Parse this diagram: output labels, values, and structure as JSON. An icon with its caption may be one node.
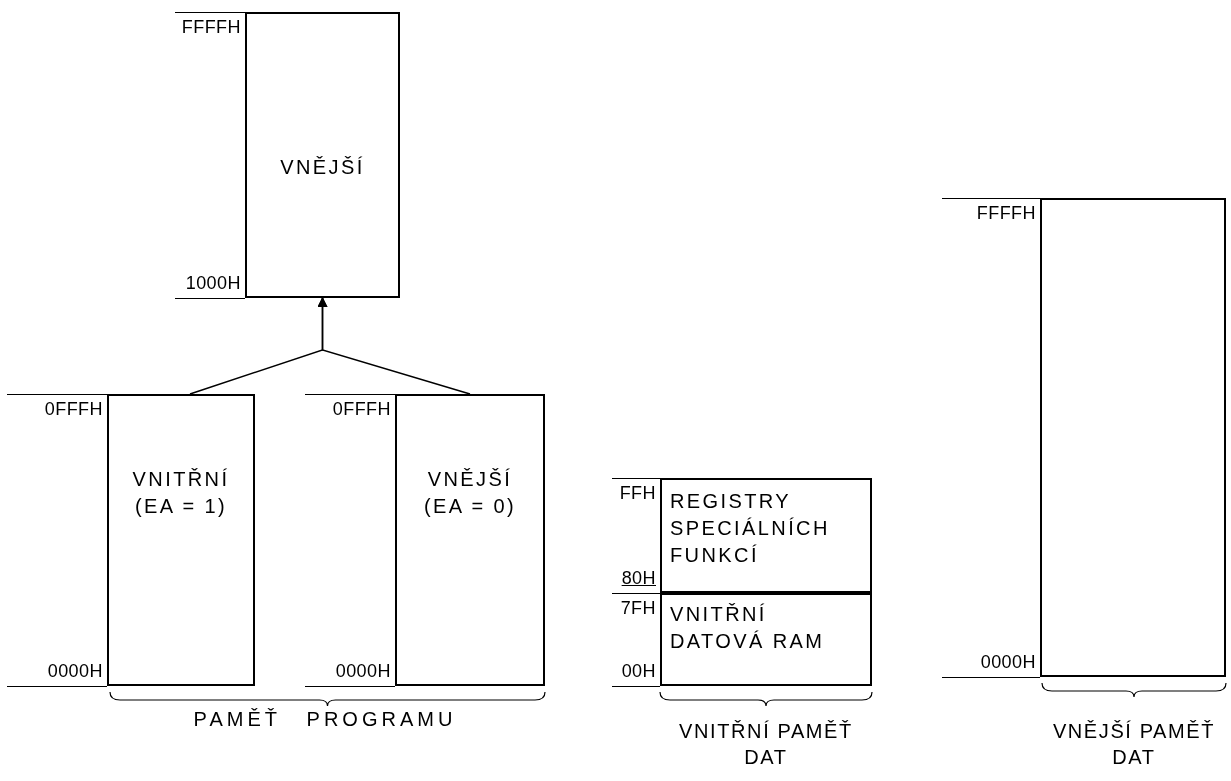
{
  "diagram": {
    "nodes": [
      {
        "text": [
          "VNĚJŠÍ"
        ],
        "beside": [
          "FFFFH",
          "1000H"
        ]
      },
      {
        "text": [
          "VNITŘNÍ",
          "(EA = 1)"
        ],
        "beside": [
          "0FFFH",
          "0000H"
        ]
      },
      {
        "text": [
          "VNĚJŠÍ",
          "(EA = 0)"
        ],
        "beside": [
          "0FFFH",
          "0000H"
        ]
      },
      {
        "text": [
          "REGISTRY SPECIÁLNÍCH FUNKCÍ"
        ],
        "beside": [
          "FFH",
          "80H"
        ]
      },
      {
        "text": [
          "VNITŘNÍ DATOVÁ RAM"
        ],
        "beside": [
          "7FH",
          "00H"
        ]
      },
      {
        "text": [],
        "shape": "box",
        "beside": [
          "FFFFH",
          "0000H"
        ]
      }
    ],
    "edges": [
      {
        "from": 1,
        "to": 0,
        "arrow": "to"
      },
      {
        "from": 2,
        "to": 0,
        "arrow": "to"
      }
    ],
    "labels": [
      "PAMĚŤ PROGRAMU",
      "VNITŘNÍ PAMĚŤ DAT",
      "VNĚJŠÍ PAMĚŤ DAT"
    ]
  }
}
